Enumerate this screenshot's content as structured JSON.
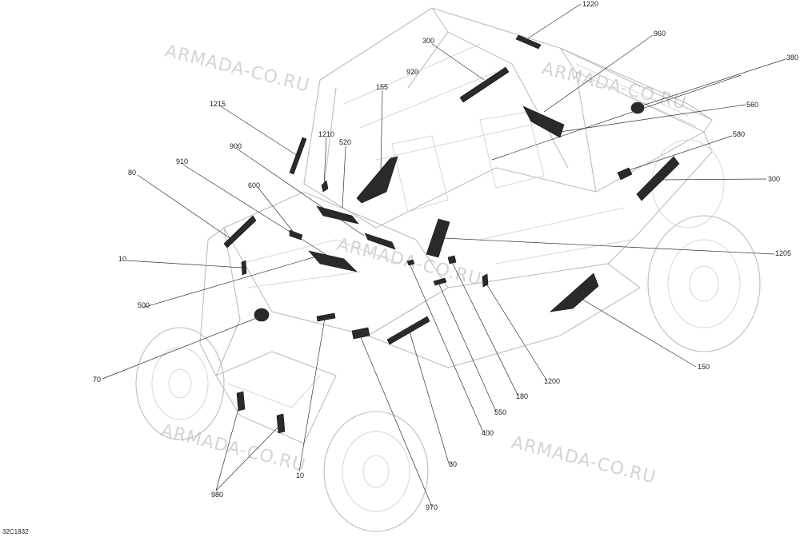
{
  "diagram_code": "32C1832",
  "watermark_text": "ARMADA-CO.RU",
  "callouts": [
    {
      "id": "c1220",
      "label": "1220"
    },
    {
      "id": "c300a",
      "label": "300"
    },
    {
      "id": "c960",
      "label": "960"
    },
    {
      "id": "c380",
      "label": "380"
    },
    {
      "id": "c920",
      "label": "920"
    },
    {
      "id": "c155",
      "label": "155"
    },
    {
      "id": "c560",
      "label": "560"
    },
    {
      "id": "c1215",
      "label": "1215"
    },
    {
      "id": "c580",
      "label": "580"
    },
    {
      "id": "c1210",
      "label": "1210"
    },
    {
      "id": "c520",
      "label": "520"
    },
    {
      "id": "c900",
      "label": "900"
    },
    {
      "id": "c910",
      "label": "910"
    },
    {
      "id": "c300b",
      "label": "300"
    },
    {
      "id": "c600",
      "label": "600"
    },
    {
      "id": "c80a",
      "label": "80"
    },
    {
      "id": "c1205",
      "label": "1205"
    },
    {
      "id": "c10a",
      "label": "10"
    },
    {
      "id": "c500",
      "label": "500"
    },
    {
      "id": "c150",
      "label": "150"
    },
    {
      "id": "c70",
      "label": "70"
    },
    {
      "id": "c1200",
      "label": "1200"
    },
    {
      "id": "c180",
      "label": "180"
    },
    {
      "id": "c550",
      "label": "550"
    },
    {
      "id": "c400",
      "label": "400"
    },
    {
      "id": "c80b",
      "label": "80"
    },
    {
      "id": "c10b",
      "label": "10"
    },
    {
      "id": "c970",
      "label": "970"
    },
    {
      "id": "c980",
      "label": "980"
    }
  ]
}
